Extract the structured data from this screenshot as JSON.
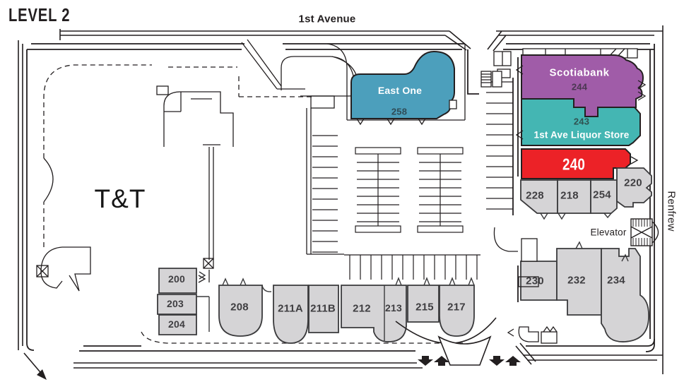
{
  "title": "LEVEL 2",
  "streets": {
    "top": "1st Avenue",
    "right": "Renfrew"
  },
  "landmarks": {
    "elevator": "Elevator"
  },
  "colors": {
    "outline": "#231F20",
    "purple": "#A05CA8",
    "teal": "#44B6B3",
    "blue": "#4C9FBC",
    "red": "#EC2227",
    "gray": "#D5D4D6",
    "gray_stroke": "#3A3A3C",
    "white": "#FFFFFF"
  },
  "tenants": {
    "tt": {
      "name": "T&T"
    },
    "east_one": {
      "name": "East One",
      "unit": "258"
    },
    "scotiabank": {
      "name": "Scotiabank",
      "unit": "244"
    },
    "liquor_store": {
      "name": "1st Ave Liquor Store",
      "unit": "243"
    },
    "t240": {
      "unit": "240"
    }
  },
  "units": {
    "u228": "228",
    "u218": "218",
    "u254": "254",
    "u220": "220",
    "u230": "230",
    "u232": "232",
    "u234": "234",
    "u200": "200",
    "u203": "203",
    "u204": "204",
    "u208": "208",
    "u211a": "211A",
    "u211b": "211B",
    "u212": "212",
    "u213": "213",
    "u215": "215",
    "u217": "217"
  }
}
